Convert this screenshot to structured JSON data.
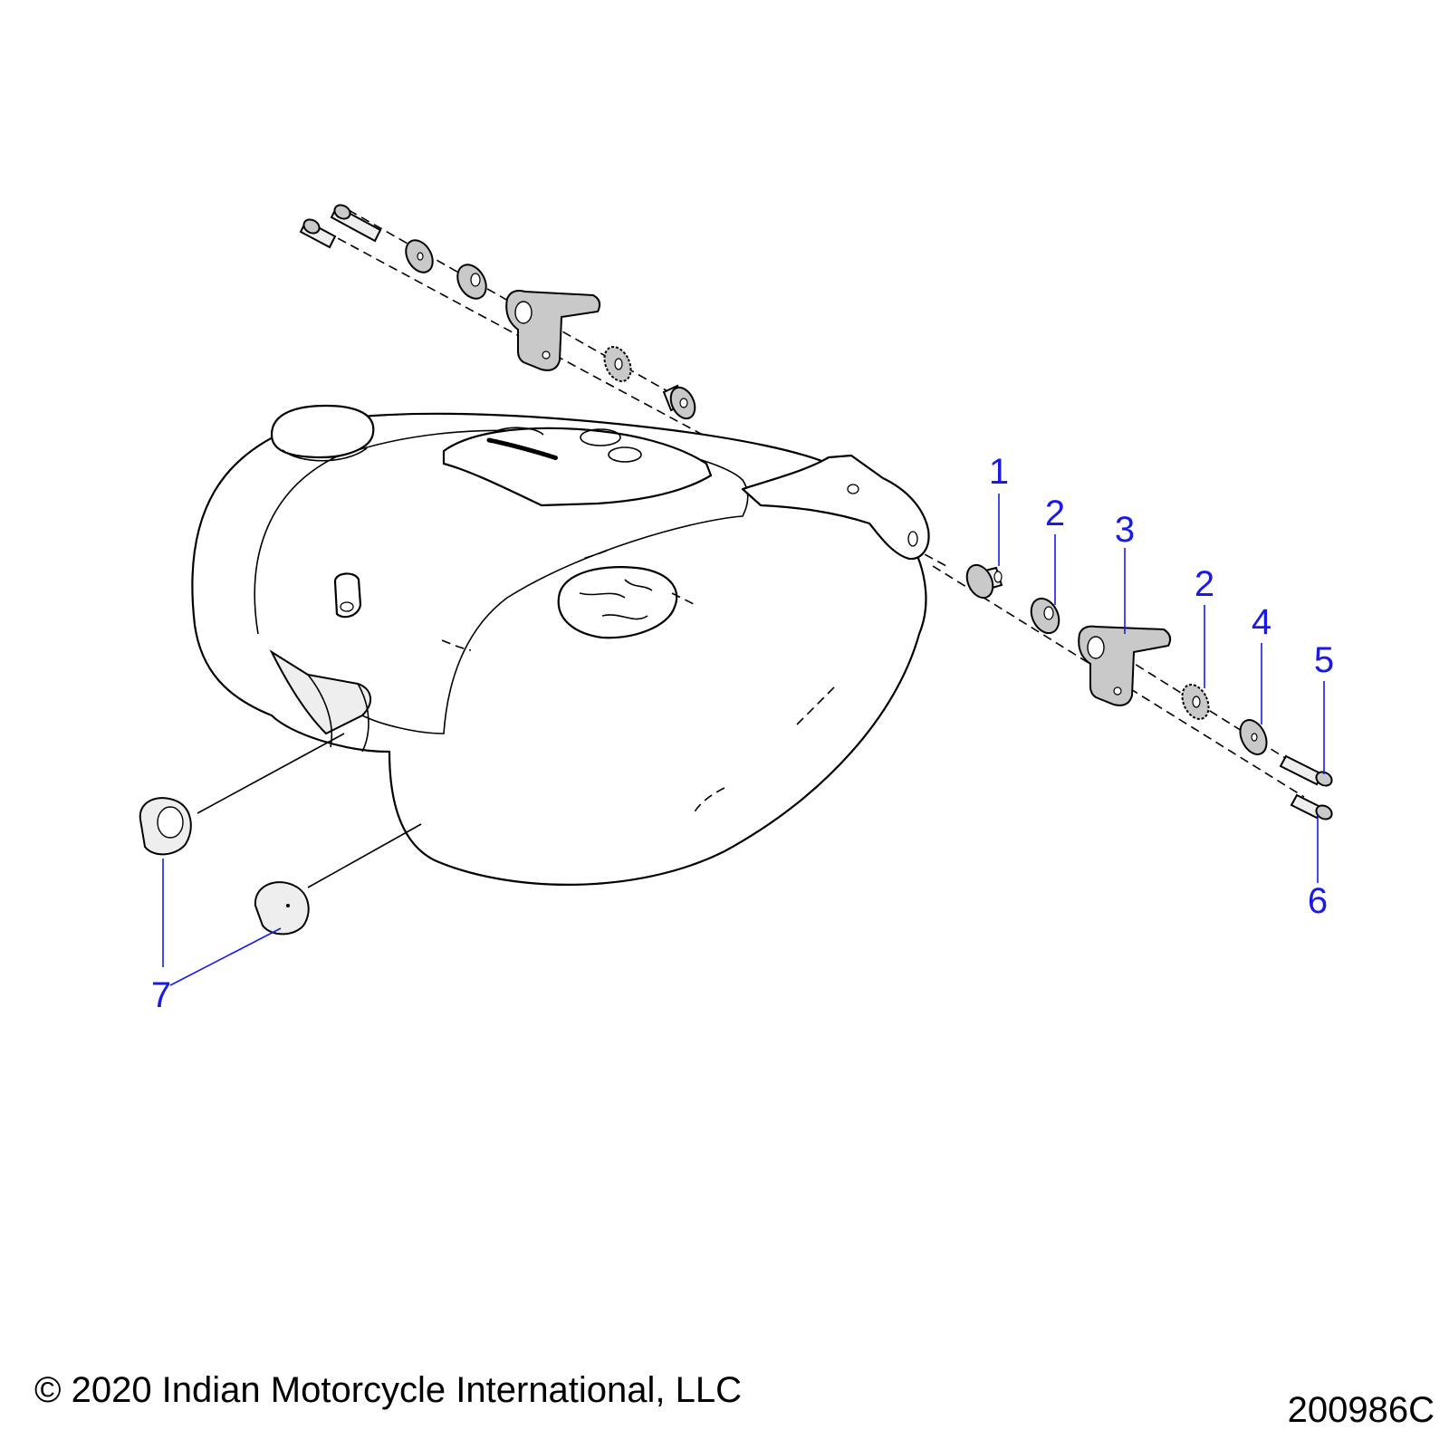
{
  "diagram": {
    "callouts": [
      {
        "id": "c1",
        "label": "1"
      },
      {
        "id": "c2a",
        "label": "2"
      },
      {
        "id": "c3",
        "label": "3"
      },
      {
        "id": "c2b",
        "label": "2"
      },
      {
        "id": "c4",
        "label": "4"
      },
      {
        "id": "c5",
        "label": "5"
      },
      {
        "id": "c6",
        "label": "6"
      },
      {
        "id": "c7",
        "label": "7"
      }
    ],
    "copyright": "© 2020 Indian Motorcycle International, LLC",
    "drawing_number": "200986C",
    "colors": {
      "callout": "#1a1ae6",
      "line": "#000000",
      "part_shade": "#c9c9c9"
    }
  }
}
